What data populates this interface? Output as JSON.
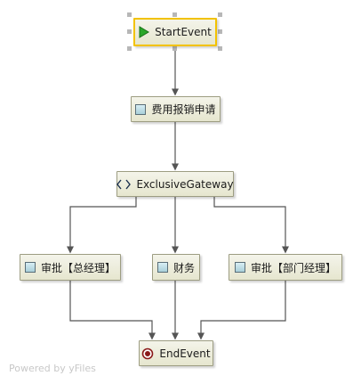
{
  "diagram": {
    "nodes": {
      "start": {
        "label": "StartEvent",
        "icon": "play-triangle-icon"
      },
      "expense_request": {
        "label": "费用报销申请",
        "icon": "task-icon"
      },
      "gateway": {
        "label": "ExclusiveGateway",
        "icon": "diamond-icon"
      },
      "approve_gm": {
        "label": "审批【总经理】",
        "icon": "task-icon"
      },
      "finance": {
        "label": "财务",
        "icon": "task-icon"
      },
      "approve_dept": {
        "label": "审批【部门经理】",
        "icon": "task-icon"
      },
      "end": {
        "label": "EndEvent",
        "icon": "end-event-icon"
      }
    },
    "edges": [
      {
        "from": "start",
        "to": "expense_request"
      },
      {
        "from": "expense_request",
        "to": "gateway"
      },
      {
        "from": "gateway",
        "to": "approve_gm"
      },
      {
        "from": "gateway",
        "to": "finance"
      },
      {
        "from": "gateway",
        "to": "approve_dept"
      },
      {
        "from": "approve_gm",
        "to": "end"
      },
      {
        "from": "finance",
        "to": "end"
      },
      {
        "from": "approve_dept",
        "to": "end"
      }
    ],
    "selected_node": "start"
  },
  "watermark": "Powered by yFiles",
  "colors": {
    "selection_border": "#f2c200",
    "edge": "#555555",
    "node_border": "#9d9d82",
    "start_icon": "#2aa72a",
    "end_icon": "#8b1a1a"
  }
}
